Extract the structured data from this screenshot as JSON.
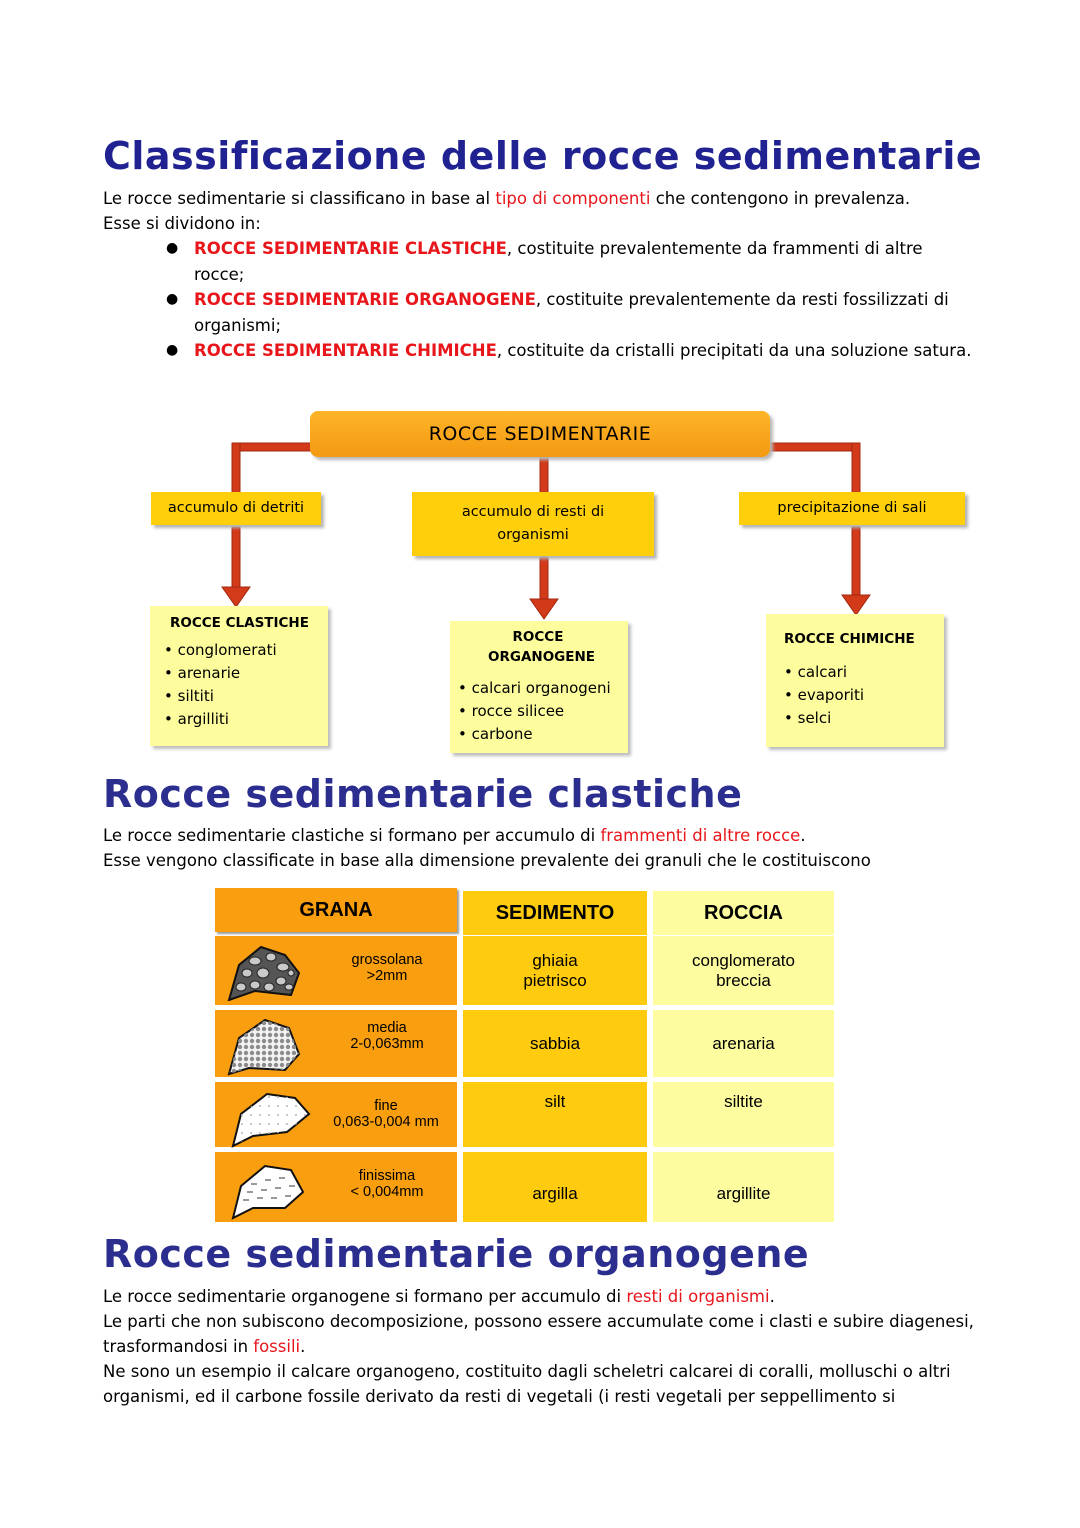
{
  "section1": {
    "title": "Classificazione delle rocce sedimentarie",
    "intro_a": "Le rocce sedimentarie si classificano in base al ",
    "intro_red": "tipo di componenti",
    "intro_b": " che contengono in prevalenza.",
    "intro_line2": "Esse si dividono in:",
    "bullets": [
      {
        "label": "ROCCE SEDIMENTARIE CLASTICHE",
        "text": ", costituite prevalentemente da frammenti di altre rocce;"
      },
      {
        "label": "ROCCE SEDIMENTARIE ORGANOGENE",
        "text": ", costituite prevalentemente da resti fossilizzati di organismi;"
      },
      {
        "label": "ROCCE SEDIMENTARIE CHIMICHE",
        "text": ", costituite da cristalli precipitati da una soluzione satura."
      }
    ]
  },
  "diagram": {
    "root": "ROCCE SEDIMENTARIE",
    "branches": [
      {
        "process": "accumulo di detriti",
        "rock_title": "ROCCE CLASTICHE",
        "items": [
          "conglomerati",
          "arenarie",
          "siltiti",
          "argilliti"
        ]
      },
      {
        "process": "accumulo di resti di organismi",
        "rock_title": "ROCCE ORGANOGENE",
        "items": [
          "calcari organogeni",
          "rocce silicee",
          "carbone"
        ]
      },
      {
        "process": "precipitazione di sali",
        "rock_title": "ROCCE CHIMICHE",
        "items": [
          "calcari",
          "evaporiti",
          "selci"
        ]
      }
    ]
  },
  "section2": {
    "title": "Rocce sedimentarie clastiche",
    "line1_a": "Le rocce sedimentarie clastiche si formano per accumulo di ",
    "line1_red": "frammenti di altre rocce",
    "line1_b": ".",
    "line2": "Esse vengono classificate in base alla dimensione prevalente dei granuli che le costituiscono"
  },
  "table": {
    "headers": [
      "GRANA",
      "SEDIMENTO",
      "ROCCIA"
    ],
    "rows": [
      {
        "grain": "grossolana",
        "size": ">2mm",
        "sediment": "ghiaia\npietrisco",
        "rock": "conglomerato\nbreccia"
      },
      {
        "grain": "media",
        "size": "2-0,063mm",
        "sediment": "sabbia",
        "rock": "arenaria"
      },
      {
        "grain": "fine",
        "size": "0,063-0,004 mm",
        "sediment": "silt",
        "rock": "siltite"
      },
      {
        "grain": "finissima",
        "size": "< 0,004mm",
        "sediment": "argilla",
        "rock": "argillite"
      }
    ]
  },
  "section3": {
    "title": "Rocce sedimentarie organogene",
    "line1_a": "Le rocce sedimentarie organogene si formano per accumulo di ",
    "line1_red": "resti di organismi",
    "line1_b": ".",
    "line2": "Le parti che non subiscono decomposizione, possono essere accumulate come i clasti e subire diagenesi,",
    "line3_a": "trasformandosi in ",
    "line3_red": "fossili",
    "line3_b": ".",
    "line4": "Ne sono un esempio il calcare organogeno, costituito dagli scheletri calcarei di coralli, molluschi o altri",
    "line5": "organismi, ed il carbone fossile derivato da resti di vegetali (i resti vegetali per seppellimento si"
  }
}
